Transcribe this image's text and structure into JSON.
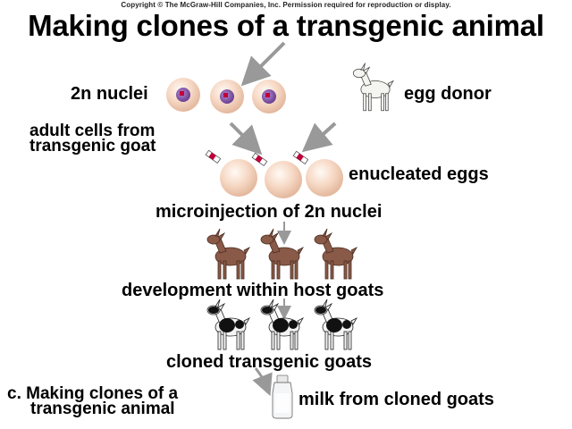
{
  "copyright": "Copyright © The McGraw-Hill Companies, Inc. Permission required for reproduction or display.",
  "title": "Making clones of a transgenic animal",
  "labels": {
    "nuclei": "2n nuclei",
    "egg_donor": "egg donor",
    "adult_cells_line1": "adult cells from",
    "adult_cells_line2": "transgenic goat",
    "enucleated_eggs": "enucleated eggs",
    "microinjection": "microinjection of 2n nuclei",
    "development": "development within host goats",
    "cloned": "cloned transgenic goats",
    "milk": "milk from cloned goats",
    "caption_line1": "c. Making clones of a",
    "caption_line2": "transgenic animal"
  },
  "colors": {
    "cell_fill": "#f6d8c4",
    "nucleus": "#7a4fa0",
    "brown_goat": "#8a5a48",
    "arrow": "#999999"
  }
}
